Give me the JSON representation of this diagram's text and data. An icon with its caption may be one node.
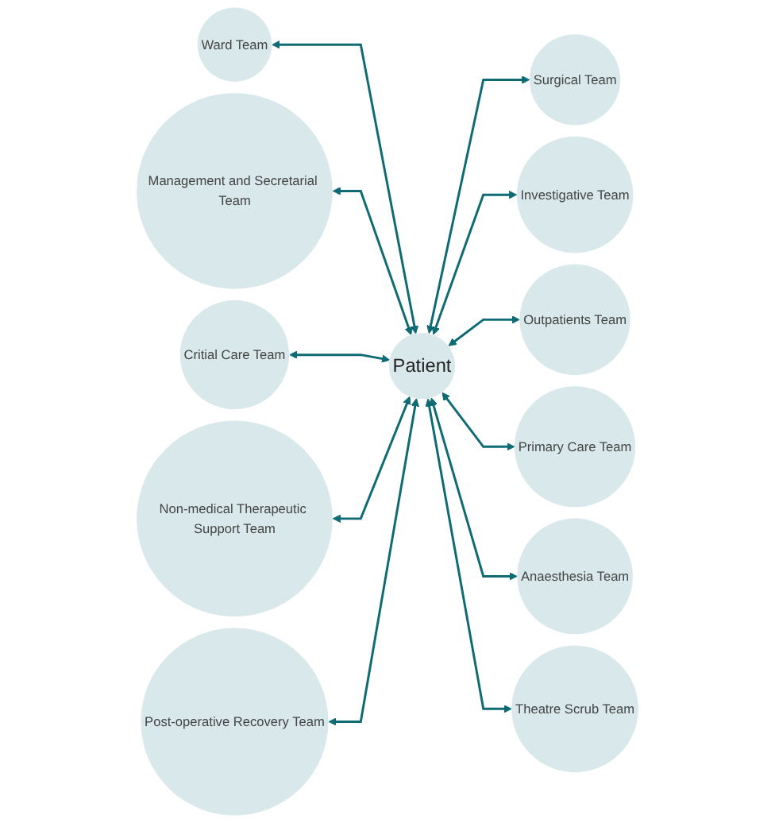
{
  "diagram": {
    "nodes": [
      {
        "text": [
          "Patient"
        ]
      },
      {
        "text": [
          "Surgical Team"
        ]
      },
      {
        "text": [
          "Investigative Team"
        ]
      },
      {
        "text": [
          "Outpatients Team"
        ]
      },
      {
        "text": [
          "Primary Care Team"
        ]
      },
      {
        "text": [
          "Anaesthesia Team"
        ]
      },
      {
        "text": [
          "Theatre Scrub Team"
        ]
      },
      {
        "text": [
          "Ward Team"
        ]
      },
      {
        "text": [
          "Management and Secretarial Team"
        ]
      },
      {
        "text": [
          "Critial Care Team"
        ]
      },
      {
        "text": [
          "Non-medical Therapeutic Support Team"
        ]
      },
      {
        "text": [
          "Post-operative Recovery Team"
        ]
      }
    ],
    "edges": [
      {
        "from": 0,
        "to": 1,
        "arrow": "both"
      },
      {
        "from": 0,
        "to": 2,
        "arrow": "both"
      },
      {
        "from": 0,
        "to": 3,
        "arrow": "both"
      },
      {
        "from": 0,
        "to": 4,
        "arrow": "both"
      },
      {
        "from": 0,
        "to": 5,
        "arrow": "both"
      },
      {
        "from": 0,
        "to": 6,
        "arrow": "both"
      },
      {
        "from": 0,
        "to": 7,
        "arrow": "both"
      },
      {
        "from": 0,
        "to": 8,
        "arrow": "both"
      },
      {
        "from": 0,
        "to": 9,
        "arrow": "both"
      },
      {
        "from": 0,
        "to": 10,
        "arrow": "both"
      },
      {
        "from": 0,
        "to": 11,
        "arrow": "both"
      }
    ]
  }
}
